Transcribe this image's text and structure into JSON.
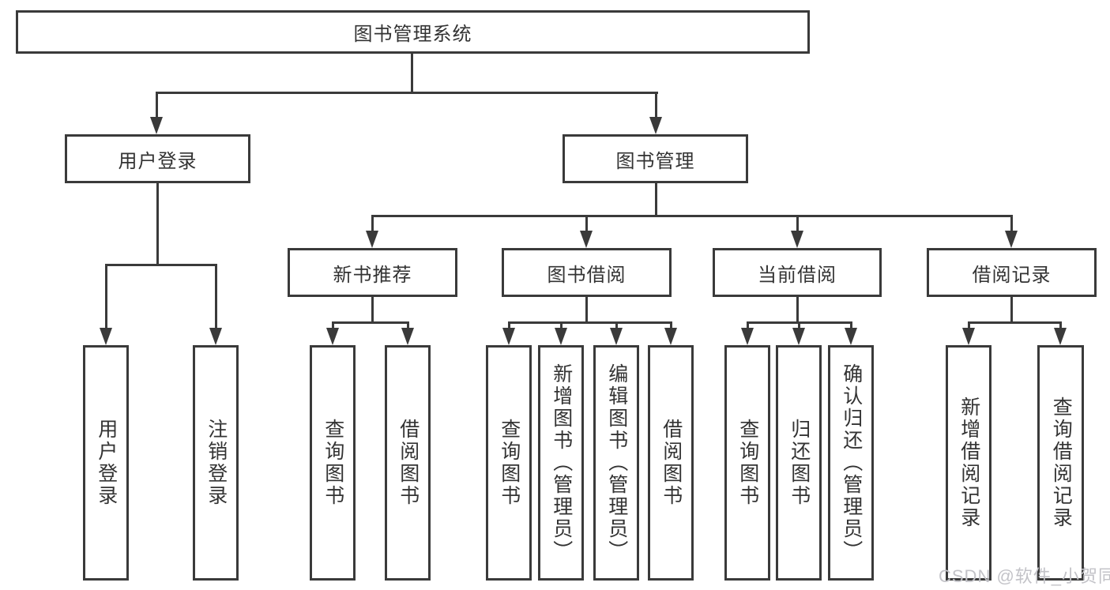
{
  "root": {
    "label": "图书管理系统"
  },
  "level2": [
    {
      "label": "用户登录"
    },
    {
      "label": "图书管理"
    }
  ],
  "level3": [
    {
      "label": "新书推荐"
    },
    {
      "label": "图书借阅"
    },
    {
      "label": "当前借阅"
    },
    {
      "label": "借阅记录"
    }
  ],
  "leaves": {
    "user_login": [
      {
        "label": "用户登录"
      },
      {
        "label": "注销登录"
      }
    ],
    "new_book": [
      {
        "label": "查询图书"
      },
      {
        "label": "借阅图书"
      }
    ],
    "book_borrow": [
      {
        "label": "查询图书"
      },
      {
        "label": "新增图书（管理员）"
      },
      {
        "label": "编辑图书（管理员）"
      },
      {
        "label": "借阅图书"
      }
    ],
    "current_borrow": [
      {
        "label": "查询图书"
      },
      {
        "label": "归还图书"
      },
      {
        "label": "确认归还（管理员）"
      }
    ],
    "borrow_records": [
      {
        "label": "新增借阅记录"
      },
      {
        "label": "查询借阅记录"
      }
    ]
  },
  "watermark": {
    "text": "CSDN @软件_小贺同学"
  },
  "colors": {
    "line": "#3a3a3a",
    "text": "#333333",
    "background": "#ffffff",
    "watermark": "#c3c3c8"
  }
}
